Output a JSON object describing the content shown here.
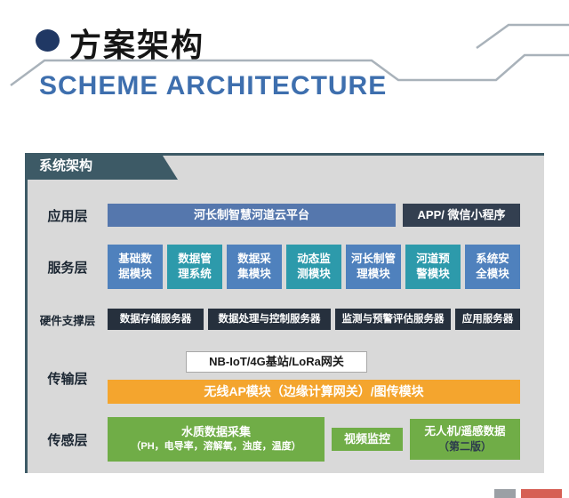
{
  "header": {
    "title": "方案架构",
    "subtitle": "SCHEME ARCHITECTURE"
  },
  "panel": {
    "banner": "系统架构",
    "layers": {
      "application": {
        "label": "应用层",
        "platform": "河长制智慧河道云平台",
        "mini_program": "APP/ 微信小程序"
      },
      "service": {
        "label": "服务层",
        "modules": [
          {
            "line1": "基础数",
            "line2": "据模块"
          },
          {
            "line1": "数据管",
            "line2": "理系统"
          },
          {
            "line1": "数据采",
            "line2": "集模块"
          },
          {
            "line1": "动态监",
            "line2": "测模块"
          },
          {
            "line1": "河长制管",
            "line2": "理模块"
          },
          {
            "line1": "河道预",
            "line2": "警模块"
          },
          {
            "line1": "系统安",
            "line2": "全模块"
          }
        ]
      },
      "hardware": {
        "label": "硬件支撑层",
        "servers": [
          "数据存储服务器",
          "数据处理与控制服务器",
          "监测与预警评估服务器",
          "应用服务器"
        ]
      },
      "transmission": {
        "label": "传输层",
        "gateway": "NB-IoT/4G基站/LoRa网关",
        "wireless_bar": "无线AP模块（边缘计算网关）/图传模块"
      },
      "sensing": {
        "label": "传感层",
        "water_quality": {
          "line1": "水质数据采集",
          "line2": "（PH，电导率，溶解氧，浊度，温度）"
        },
        "video": "视频监控",
        "drone": {
          "line1": "无人机/遥感数据",
          "line2": "（第二版）"
        }
      }
    }
  },
  "colors": {
    "accent_blue": "#4f81bd",
    "accent_teal": "#2d9aab",
    "platform_blue": "#5577ad",
    "dark_slate": "#333f50",
    "server_dark": "#26303d",
    "orange": "#f4a52e",
    "green": "#70ad47",
    "banner_teal": "#3d5a66",
    "subtitle_blue": "#3e6fae",
    "bullet_navy": "#203864"
  }
}
